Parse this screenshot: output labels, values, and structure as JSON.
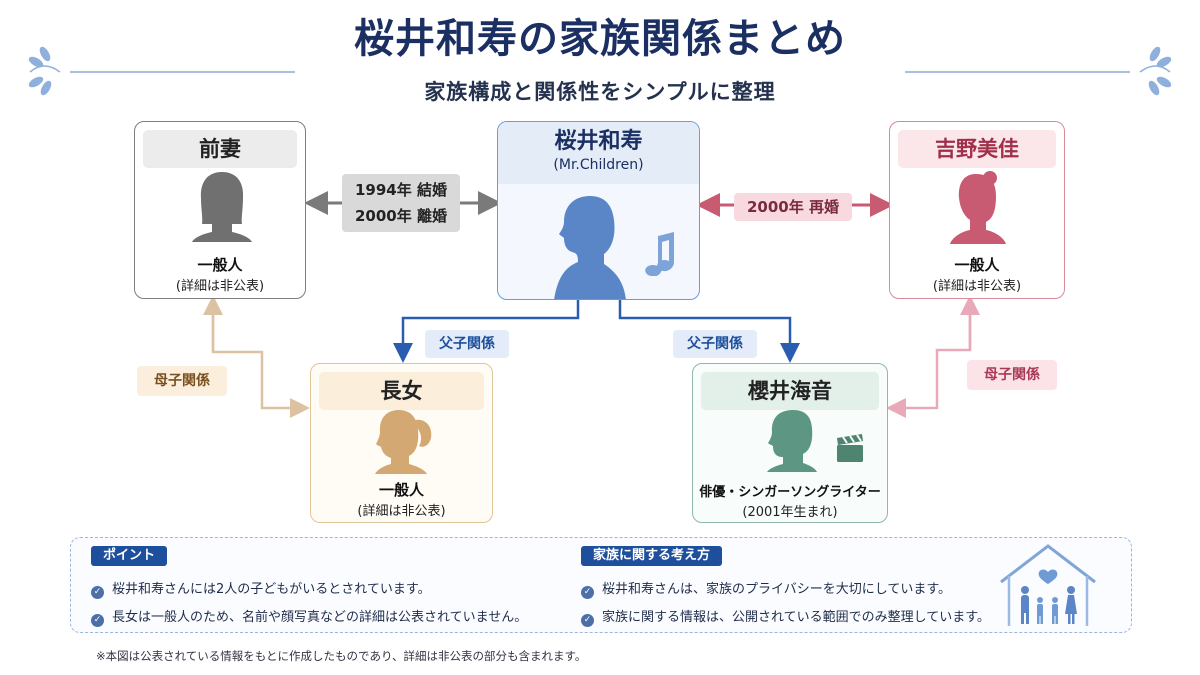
{
  "title": "桜井和寿の家族関係まとめ",
  "subtitle": "家族構成と関係性をシンプルに整理",
  "center": {
    "name": "桜井和寿",
    "sub": "(Mr.Children)",
    "icons": [
      "man-silhouette-icon",
      "music-note-icon"
    ]
  },
  "ex_wife": {
    "name": "前妻",
    "desc1": "一般人",
    "desc2": "(詳細は非公表)",
    "icon": "woman-silhouette-icon"
  },
  "wife": {
    "name": "吉野美佳",
    "desc1": "一般人",
    "desc2": "(詳細は非公表)",
    "icon": "woman-silhouette-icon"
  },
  "daughter": {
    "name": "長女",
    "desc1": "一般人",
    "desc2": "(詳細は非公表)",
    "icon": "girl-ponytail-icon"
  },
  "son": {
    "name": "櫻井海音",
    "desc1": "俳優・シンガーソングライター",
    "desc2": "(2001年生まれ)",
    "icons": [
      "boy-silhouette-icon",
      "clapperboard-icon"
    ]
  },
  "relations": {
    "marriage1_line1": "1994年 結婚",
    "marriage1_line2": "2000年 離婚",
    "marriage2": "2000年 再婚",
    "father_child_left": "父子関係",
    "father_child_right": "父子関係",
    "mother_child_left": "母子関係",
    "mother_child_right": "母子関係"
  },
  "points": {
    "heading": "ポイント",
    "items": [
      "桜井和寿さんには2人の子どもがいるとされています。",
      "長女は一般人のため、名前や顔写真などの詳細は公表されていません。"
    ]
  },
  "family_view": {
    "heading": "家族に関する考え方",
    "items": [
      "桜井和寿さんは、家族のプライバシーを大切にしています。",
      "家族に関する情報は、公開されている範囲でのみ整理しています。"
    ],
    "icon": "family-house-icon"
  },
  "footnote": "※本図は公表されている情報をもとに作成したものであり、詳細は非公表の部分も含まれます。",
  "colors": {
    "navy": "#1b2f63",
    "blue": "#5b86c4",
    "gray": "#6f6f6f",
    "rose": "#c85a72",
    "tan": "#d4a872",
    "teal": "#5d9682"
  }
}
